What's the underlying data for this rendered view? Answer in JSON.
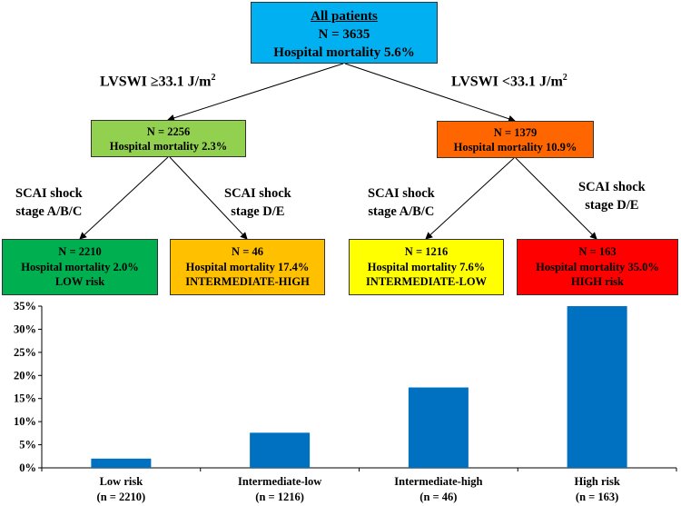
{
  "tree": {
    "root": {
      "line1": "All patients",
      "line2": "N = 3635",
      "line3": "Hospital  mortality  5.6%",
      "color": "#00B0F0"
    },
    "split_left": {
      "text": "LVSWI ≥33.1 J/m",
      "sup": "2"
    },
    "split_right": {
      "text": "LVSWI <33.1 J/m",
      "sup": "2"
    },
    "left_node": {
      "line1": "N = 2256",
      "line2": "Hospital mortality 2.3%",
      "color": "#92D050"
    },
    "right_node": {
      "line1": "N = 1379",
      "line2": "Hospital mortality 10.9%",
      "color": "#FF6600"
    },
    "stages": [
      {
        "line1": "SCAI shock",
        "line2": "stage A/B/C"
      },
      {
        "line1": "SCAI shock",
        "line2": "stage D/E"
      },
      {
        "line1": "SCAI shock",
        "line2": "stage A/B/C"
      },
      {
        "line1": "SCAI shock",
        "line2": "stage D/E"
      }
    ],
    "leaves": [
      {
        "line1": "N = 2210",
        "line2": "Hospital mortality 2.0%",
        "line3": "LOW risk",
        "color": "#00B050"
      },
      {
        "line1": "N = 46",
        "line2": "Hospital mortality 17.4%",
        "line3": "INTERMEDIATE-HIGH",
        "color": "#FFC000"
      },
      {
        "line1": "N = 1216",
        "line2": "Hospital mortality 7.6%",
        "line3": "INTERMEDIATE-LOW",
        "color": "#FFFF00"
      },
      {
        "line1": "N = 163",
        "line2": "Hospital mortality 35.0%",
        "line3": "HIGH risk",
        "color": "#FF0000"
      }
    ]
  },
  "chart_data": {
    "type": "bar",
    "categories": [
      "Low risk",
      "Intermediate-low",
      "Intermediate-high",
      "High risk"
    ],
    "category_sublabels": [
      "(n = 2210)",
      "(n = 1216)",
      "(n = 46)",
      "(n = 163)"
    ],
    "values": [
      2.0,
      7.6,
      17.4,
      35.0
    ],
    "ylim": [
      0,
      35
    ],
    "yticks": [
      "0%",
      "5%",
      "10%",
      "15%",
      "20%",
      "25%",
      "30%",
      "35%"
    ],
    "bar_color": "#0070C0",
    "grid": false,
    "title": "",
    "xlabel": "",
    "ylabel": ""
  }
}
